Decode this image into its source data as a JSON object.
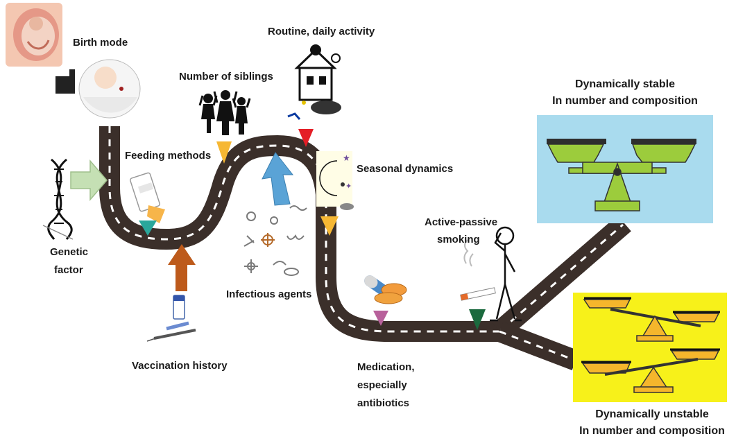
{
  "labels": {
    "birth_mode": "Birth mode",
    "routine": "Routine, daily activity",
    "siblings": "Number of siblings",
    "feeding": "Feeding methods",
    "seasonal": "Seasonal dynamics",
    "genetic_line1": "Genetic",
    "genetic_line2": "factor",
    "infectious": "Infectious agents",
    "vaccination": "Vaccination history",
    "medication_line1": "Medication,",
    "medication_line2": "especially",
    "medication_line3": "antibiotics",
    "smoking_line1": "Active-passive",
    "smoking_line2": "smoking",
    "stable_line1": "Dynamically stable",
    "stable_line2": "In number and composition",
    "unstable_line1": "Dynamically unstable",
    "unstable_line2": "In number and composition"
  },
  "colors": {
    "road": "#3b2f2a",
    "road_dash": "#ffffff",
    "stable_bg": "#a9dbee",
    "unstable_bg": "#f7f11a",
    "scale_green": "#9ccc3c",
    "scale_yellow": "#f5b62c",
    "marker_orange": "#f6b733",
    "marker_red": "#e41e26",
    "marker_teal": "#2aa79b",
    "marker_pink": "#b8619b",
    "marker_green": "#1b6a3e",
    "arrow_blue": "#5aa3d6",
    "arrow_brown": "#bd5a1b",
    "arrow_lightgreen": "#c5e0b4"
  },
  "icons": [
    "birth-illustration-icon",
    "baby-icon",
    "dna-icon",
    "family-icon",
    "house-activity-icon",
    "moon-stars-icon",
    "feeding-bottle-icon",
    "microbes-icon",
    "vaccine-syringe-icon",
    "pills-icon",
    "cigarette-icon",
    "stick-person-icon",
    "balance-scale-icon"
  ]
}
